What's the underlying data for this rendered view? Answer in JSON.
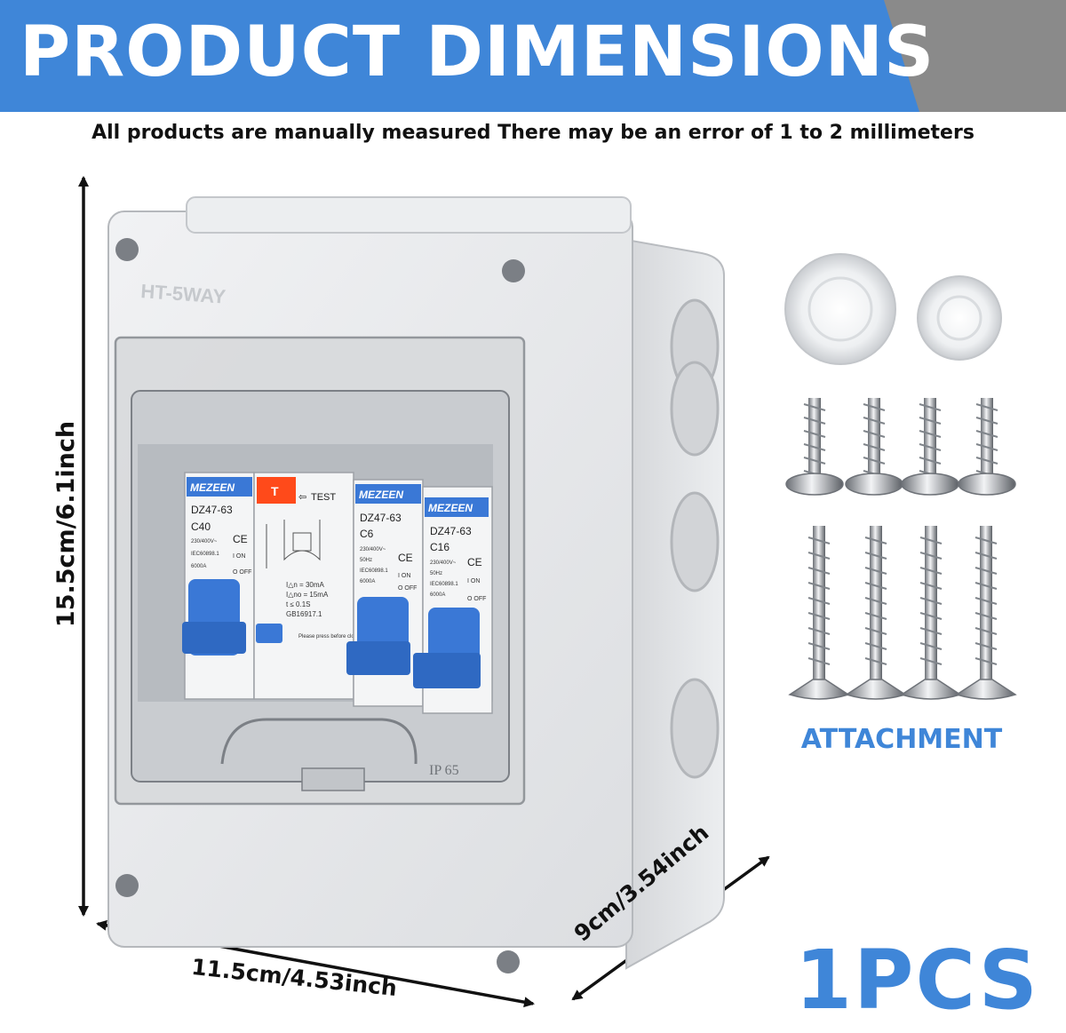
{
  "banner": {
    "title": "PRODUCT DIMENSIONS",
    "color_main": "#3f86d8",
    "color_accent": "#8a8a8a"
  },
  "subtitle": "All products are manually measured There may be an error of 1 to 2 millimeters",
  "dimensions": {
    "height": "15.5cm/6.1inch",
    "width": "11.5cm/4.53inch",
    "depth": "9cm/3.54inch"
  },
  "box": {
    "lid_text": "HT-5WAY",
    "rating": "IP 65",
    "breakers": [
      {
        "brand": "MEZEEN",
        "model": "DZ47-63",
        "rating": "C40",
        "spec1": "230/400V~",
        "spec2": "IEC60898.1",
        "spec3": "6000A",
        "on": "I ON",
        "off": "O OFF"
      },
      {
        "test_label": "TEST",
        "t_mark": "T",
        "line1": "I△n = 30mA",
        "line2": "I△no = 15mA",
        "line3": "t ≤ 0.1S",
        "line4": "GB16917.1",
        "note": "Please press before closing"
      },
      {
        "brand": "MEZEEN",
        "model": "DZ47-63",
        "rating": "C6",
        "spec1": "230/400V~",
        "spec2": "50Hz",
        "spec3": "IEC60898.1",
        "spec4": "6000A",
        "on": "I ON",
        "off": "O OFF"
      },
      {
        "brand": "MEZEEN",
        "model": "DZ47-63",
        "rating": "C16",
        "spec1": "230/400V~",
        "spec2": "50Hz",
        "spec3": "IEC60898.1",
        "spec4": "6000A",
        "on": "I ON",
        "off": "O OFF"
      }
    ],
    "ce_mark": "CE"
  },
  "attachment_label": "ATTACHMENT",
  "quantity_label": "1PCS",
  "colors": {
    "breaker_blue": "#3a78d6",
    "test_orange": "#ff4a1a",
    "box_gray": "#e6e7e9"
  }
}
